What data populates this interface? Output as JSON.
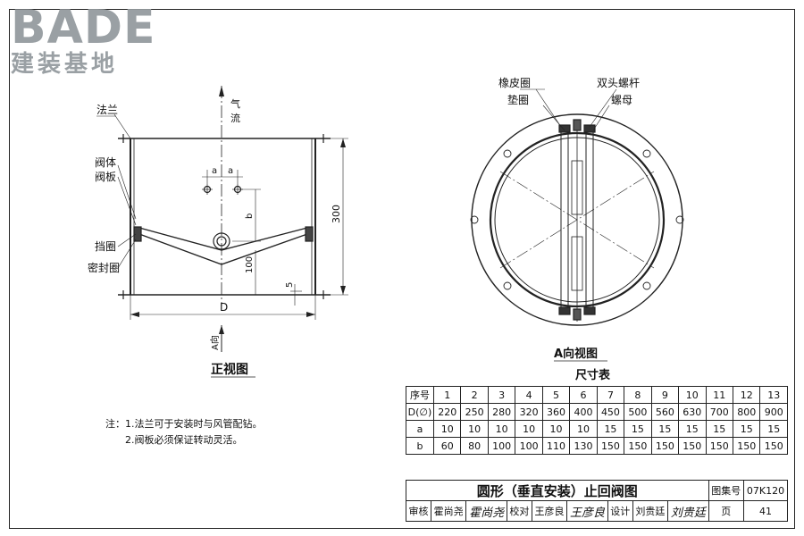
{
  "logo": {
    "brand": "BADE",
    "subtitle": "建装基地"
  },
  "front_view": {
    "title": "正视图",
    "labels": {
      "flange": "法兰",
      "valve_body": "阀体",
      "valve_plate": "阀板",
      "baffle_ring": "挡圈",
      "seal_ring": "密封圈",
      "airflow_1": "气",
      "airflow_2": "流",
      "dim_a": "a",
      "dim_b": "b",
      "dim_100": "100",
      "dim_5": "5",
      "dim_300": "300",
      "dim_D": "D",
      "view_a": "A向"
    }
  },
  "a_view": {
    "title": "A向视图",
    "labels": {
      "rubber_ring": "橡皮圈",
      "gasket": "垫圈",
      "stud": "双头螺杆",
      "nut": "螺母"
    }
  },
  "size_table": {
    "title": "尺寸表",
    "header_label": "序号",
    "columns": [
      "1",
      "2",
      "3",
      "4",
      "5",
      "6",
      "7",
      "8",
      "9",
      "10",
      "11",
      "12",
      "13"
    ],
    "rows": [
      {
        "label": "D(∅)",
        "values": [
          "220",
          "250",
          "280",
          "320",
          "360",
          "400",
          "450",
          "500",
          "560",
          "630",
          "700",
          "800",
          "900"
        ]
      },
      {
        "label": "a",
        "values": [
          "10",
          "10",
          "10",
          "10",
          "10",
          "10",
          "15",
          "15",
          "15",
          "15",
          "15",
          "15",
          "15"
        ]
      },
      {
        "label": "b",
        "values": [
          "60",
          "80",
          "100",
          "100",
          "110",
          "130",
          "150",
          "150",
          "150",
          "150",
          "150",
          "150",
          "150"
        ]
      }
    ]
  },
  "notes": {
    "prefix": "注：",
    "items": [
      "1.法兰可于安装时与风管配钻。",
      "2.阀板必须保证转动灵活。"
    ]
  },
  "title_block": {
    "drawing_title": "圆形（垂直安装）止回阀图",
    "atlas_label": "图集号",
    "atlas_no": "07K120",
    "review_label": "审核",
    "reviewer": "霍尚尧",
    "reviewer_sig": "霍尚尧",
    "check_label": "校对",
    "checker": "王彦良",
    "checker_sig": "王彦良",
    "design_label": "设计",
    "designer": "刘贵廷",
    "designer_sig": "刘贵廷",
    "page_label": "页",
    "page_no": "41"
  }
}
